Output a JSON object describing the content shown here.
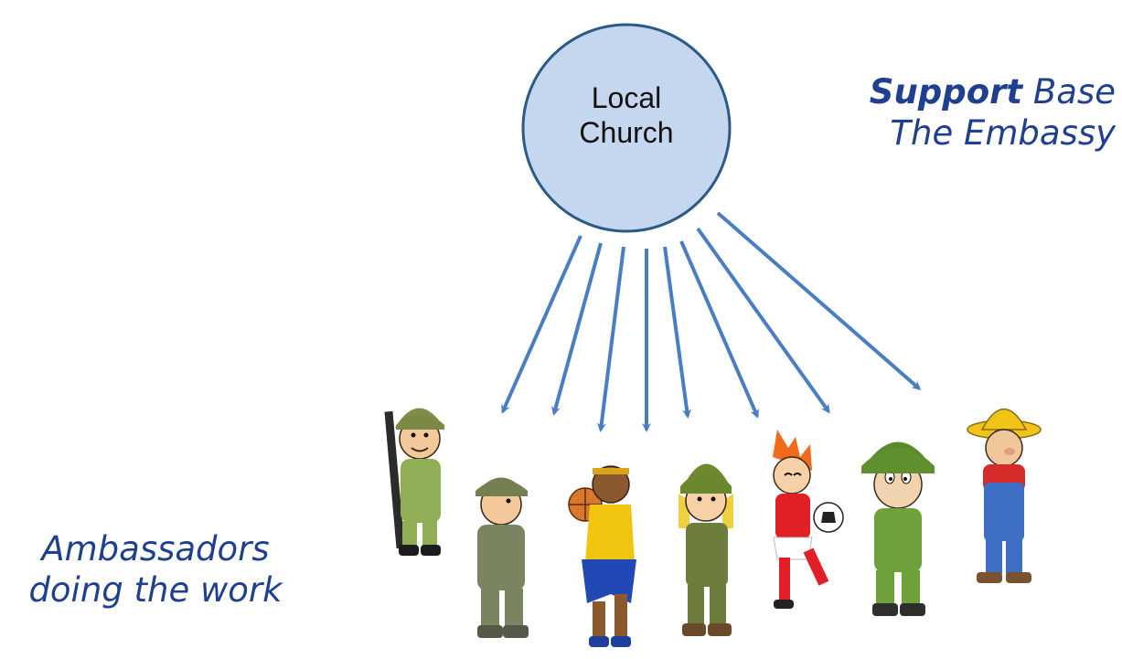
{
  "hub": {
    "line1": "Local",
    "line2": "Church",
    "fill": "#c5d7ef",
    "stroke": "#2a5a88"
  },
  "support_caption": {
    "emphasis": "Support",
    "rest": "Base",
    "line2": "The Embassy"
  },
  "ambassadors_caption": {
    "line1": "Ambassadors",
    "line2": "doing the work"
  },
  "colors": {
    "arrow": "#4a7ec2",
    "caption": "#1f3f8f"
  },
  "figures": [
    {
      "name": "soldier-with-rifle",
      "icon": "soldier-rifle-icon"
    },
    {
      "name": "army-officer",
      "icon": "officer-icon"
    },
    {
      "name": "basketball-player",
      "icon": "basketball-player-icon"
    },
    {
      "name": "female-soldier",
      "icon": "female-soldier-icon"
    },
    {
      "name": "soccer-player",
      "icon": "soccer-player-icon"
    },
    {
      "name": "green-soldier",
      "icon": "green-soldier-icon"
    },
    {
      "name": "farmer",
      "icon": "farmer-icon"
    }
  ]
}
